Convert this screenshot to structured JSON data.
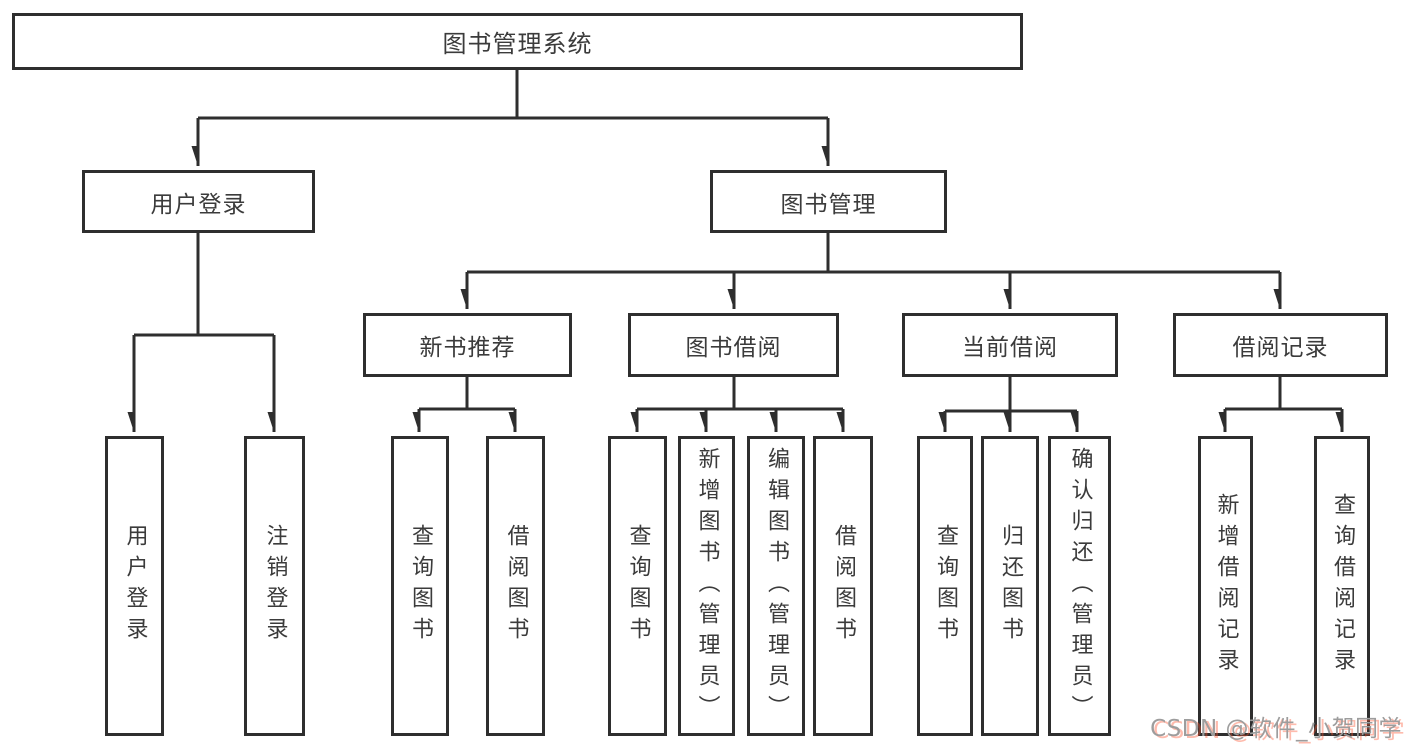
{
  "tree": {
    "root": {
      "label": "图书管理系统"
    },
    "branches": [
      {
        "label": "用户登录",
        "children": [
          {
            "label": "用户登录"
          },
          {
            "label": "注销登录"
          }
        ]
      },
      {
        "label": "图书管理",
        "children": [
          {
            "label": "新书推荐",
            "children": [
              {
                "label": "查询图书"
              },
              {
                "label": "借阅图书"
              }
            ]
          },
          {
            "label": "图书借阅",
            "children": [
              {
                "label": "查询图书"
              },
              {
                "label": "新增图书（管理员）"
              },
              {
                "label": "编辑图书（管理员）"
              },
              {
                "label": "借阅图书"
              }
            ]
          },
          {
            "label": "当前借阅",
            "children": [
              {
                "label": "查询图书"
              },
              {
                "label": "归还图书"
              },
              {
                "label": "确认归还（管理员）"
              }
            ]
          },
          {
            "label": "借阅记录",
            "children": [
              {
                "label": "新增借阅记录"
              },
              {
                "label": "查询借阅记录"
              }
            ]
          }
        ]
      }
    ]
  },
  "watermark": {
    "text": "CSDN @软件_小贺同学"
  },
  "colors": {
    "line": "#2e2e2e",
    "text": "#3b3b3b",
    "background": "#ffffff",
    "watermark_gray": "#9d9d9d",
    "watermark_shadow": "#fc5531"
  }
}
